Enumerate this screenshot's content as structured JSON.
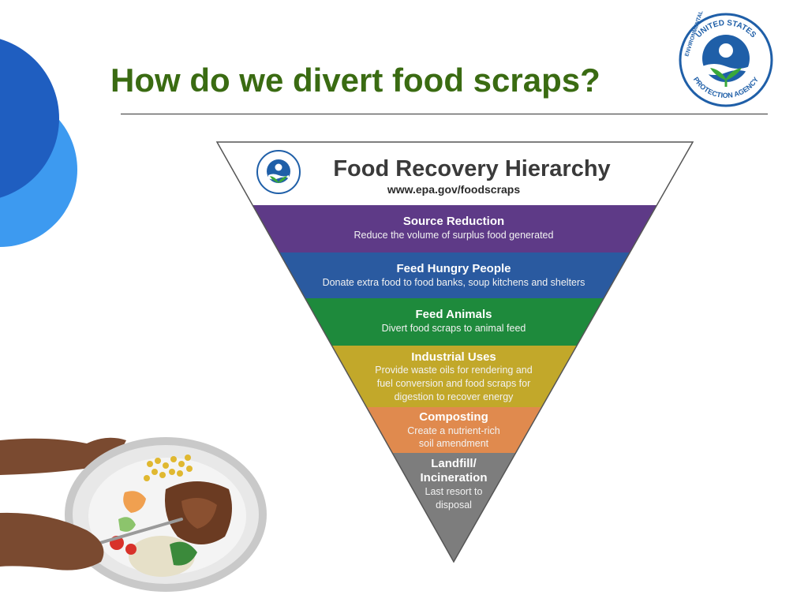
{
  "slide": {
    "title": "How do we divert food scraps?"
  },
  "seal": {
    "top_text": "UNITED STATES",
    "side_text": "ENVIRONMENTAL",
    "bottom_text": "PROTECTION AGENCY",
    "small_text": "UNITED STATES ENVIRONMENTAL PROTECTION AGENCY",
    "colors": {
      "ring": "#1f5fa8",
      "sky": "#1f5fa8",
      "leaf": "#3aa83a",
      "sun": "#ffffff"
    }
  },
  "hierarchy": {
    "title": "Food Recovery Hierarchy",
    "url": "www.epa.gov/foodscraps",
    "tiers": [
      {
        "title": "Source Reduction",
        "desc": [
          "Reduce the volume of surplus food generated"
        ],
        "color": "#5e3a87"
      },
      {
        "title": "Feed Hungry People",
        "desc": [
          "Donate extra food to food banks, soup kitchens and shelters"
        ],
        "color": "#2a5aa0"
      },
      {
        "title": "Feed Animals",
        "desc": [
          "Divert food scraps to animal feed"
        ],
        "color": "#1e8a3c"
      },
      {
        "title": "Industrial Uses",
        "desc": [
          "Provide waste oils for rendering and",
          "fuel conversion and food scraps for",
          "digestion to recover energy"
        ],
        "color": "#c2a82a"
      },
      {
        "title": "Composting",
        "desc": [
          "Create a nutrient-rich",
          "soil amendment"
        ],
        "color": "#e08a4e"
      },
      {
        "title": "Landfill/",
        "title2": "Incineration",
        "desc": [
          "Last resort to",
          "disposal"
        ],
        "color": "#7d7d7d"
      }
    ]
  },
  "decor": {
    "circle_dark": "#1f5ec0",
    "circle_light": "#3d9af0"
  }
}
